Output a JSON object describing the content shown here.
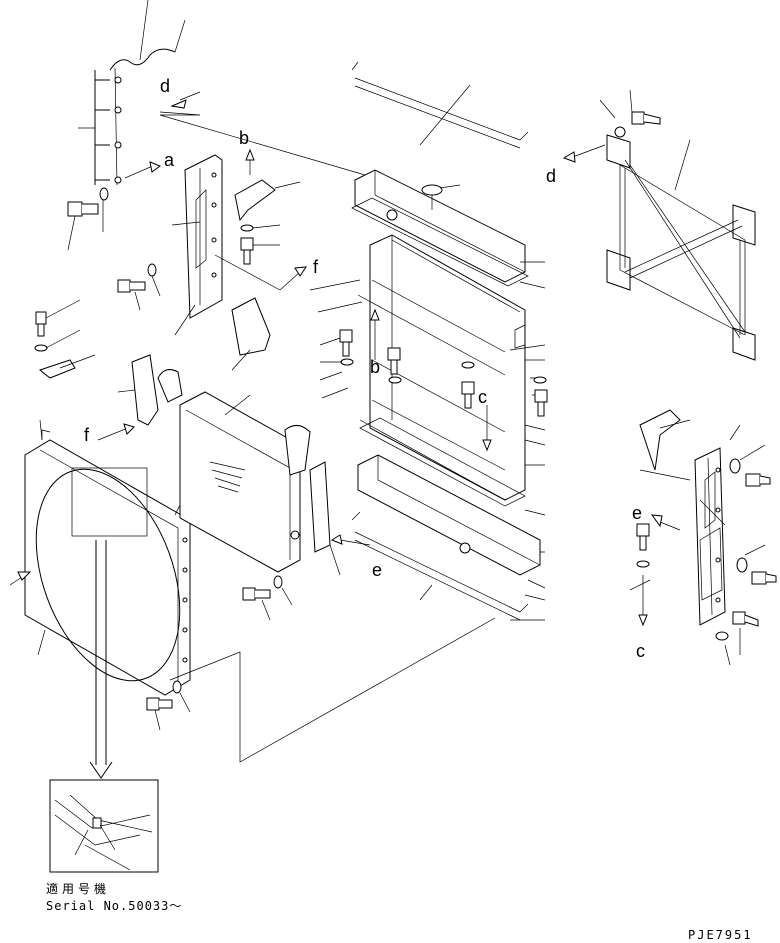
{
  "callouts": {
    "a": "a",
    "b": "b",
    "c": "c",
    "d": "d",
    "e": "e",
    "f": "f"
  },
  "serial": {
    "applicable_label": "適用号機",
    "serial_text": "Serial No.50033～"
  },
  "drawing_code": "PJE7951"
}
